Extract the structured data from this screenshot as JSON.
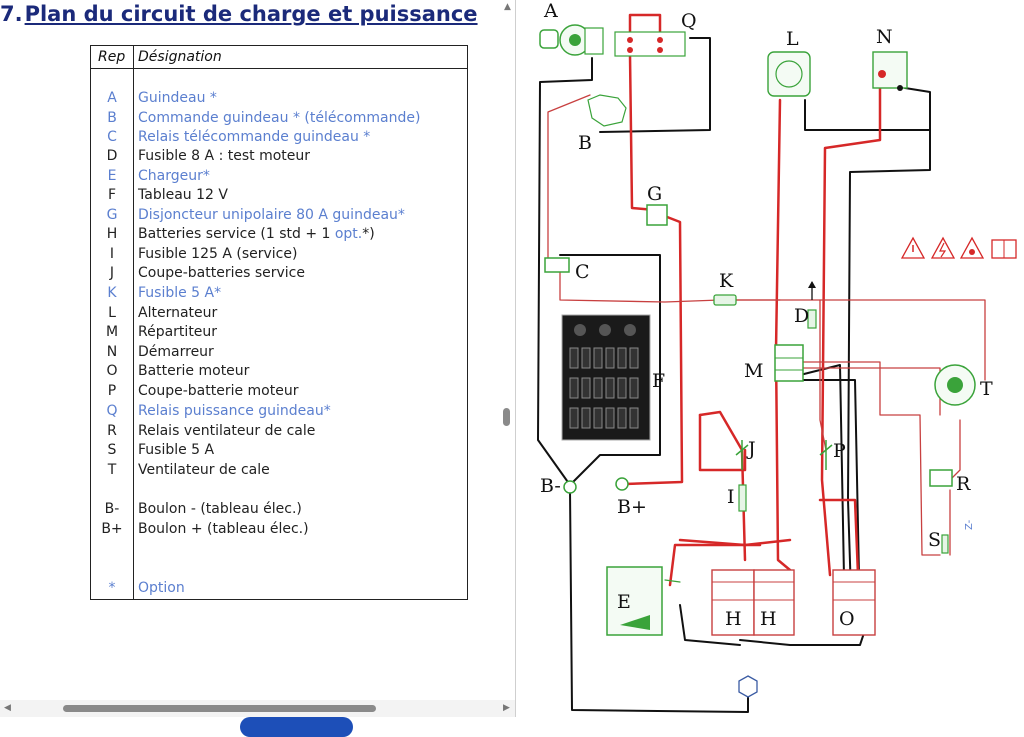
{
  "page": {
    "title_number": "7.",
    "title_text": "Plan du circuit de charge et puissance"
  },
  "legend": {
    "header_rep": "Rep",
    "header_designation": "Désignation",
    "rows": [
      {
        "rep": "A",
        "designation": "Guindeau *",
        "color": "blue"
      },
      {
        "rep": "B",
        "designation": "Commande guindeau * (télécommande)",
        "color": "blue"
      },
      {
        "rep": "C",
        "designation": "Relais télécommande guindeau *",
        "color": "blue"
      },
      {
        "rep": "D",
        "designation": "Fusible 8 A : test moteur",
        "color": "black"
      },
      {
        "rep": "E",
        "designation": "Chargeur*",
        "color": "blue"
      },
      {
        "rep": "F",
        "designation": "Tableau 12 V",
        "color": "black"
      },
      {
        "rep": "G",
        "designation": "Disjoncteur unipolaire 80 A guindeau*",
        "color": "blue"
      },
      {
        "rep": "H",
        "designation_a": "Batteries service (1 std + 1 ",
        "designation_b": "opt.",
        "designation_c": "*)",
        "color": "black"
      },
      {
        "rep": "I",
        "designation": "Fusible 125 A (service)",
        "color": "black"
      },
      {
        "rep": "J",
        "designation": "Coupe-batteries service",
        "color": "black"
      },
      {
        "rep": "K",
        "designation": "Fusible 5 A*",
        "color": "blue"
      },
      {
        "rep": "L",
        "designation": "Alternateur",
        "color": "black"
      },
      {
        "rep": "M",
        "designation": "Répartiteur",
        "color": "black"
      },
      {
        "rep": "N",
        "designation": "Démarreur",
        "color": "black"
      },
      {
        "rep": "O",
        "designation": "Batterie moteur",
        "color": "black"
      },
      {
        "rep": "P",
        "designation": "Coupe-batterie moteur",
        "color": "black"
      },
      {
        "rep": "Q",
        "designation": "Relais puissance guindeau*",
        "color": "blue"
      },
      {
        "rep": "R",
        "designation": "Relais ventilateur de cale",
        "color": "black"
      },
      {
        "rep": "S",
        "designation": "Fusible 5 A",
        "color": "black"
      },
      {
        "rep": "T",
        "designation": "Ventilateur de cale",
        "color": "black"
      },
      {
        "rep": "B-",
        "designation": "Boulon - (tableau élec.)",
        "color": "black"
      },
      {
        "rep": "B+",
        "designation": "Boulon + (tableau élec.)",
        "color": "black"
      },
      {
        "rep": "*",
        "designation": "Option",
        "color": "blue"
      }
    ]
  },
  "diagram": {
    "labels": {
      "A": "A",
      "Q": "Q",
      "L": "L",
      "N": "N",
      "B": "B",
      "G": "G",
      "C": "C",
      "K": "K",
      "D": "D",
      "F": "F",
      "M": "M",
      "T": "T",
      "J": "J",
      "P": "P",
      "R": "R",
      "I": "I",
      "Bminus": "B-",
      "Bplus": "B+",
      "S": "S",
      "E": "E",
      "H1": "H",
      "H2": "H",
      "O": "O"
    },
    "colors": {
      "positive": "#d62828",
      "negative": "#111111",
      "light_red": "#c84040",
      "green": "#3aa33a",
      "accent_blue": "#5b7fcf",
      "title": "#1b2a7a"
    },
    "warning_icons": [
      "warning-triangle-icon",
      "electric-hazard-icon",
      "fire-hazard-icon",
      "manual-book-icon"
    ]
  }
}
